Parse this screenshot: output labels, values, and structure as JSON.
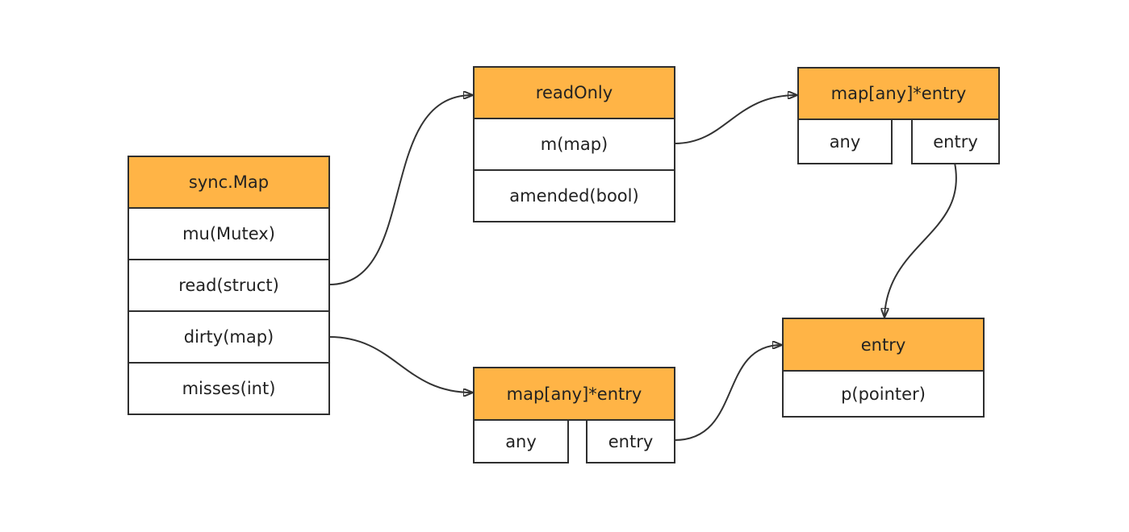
{
  "sync_map": {
    "title": "sync.Map",
    "fields": [
      "mu(Mutex)",
      "read(struct)",
      "dirty(map)",
      "misses(int)"
    ]
  },
  "read_only": {
    "title": "readOnly",
    "fields": [
      "m(map)",
      "amended(bool)"
    ]
  },
  "read_map": {
    "title": "map[any]*entry",
    "key": "any",
    "value": "entry"
  },
  "dirty_map": {
    "title": "map[any]*entry",
    "key": "any",
    "value": "entry"
  },
  "entry": {
    "title": "entry",
    "fields": [
      "p(pointer)"
    ]
  }
}
